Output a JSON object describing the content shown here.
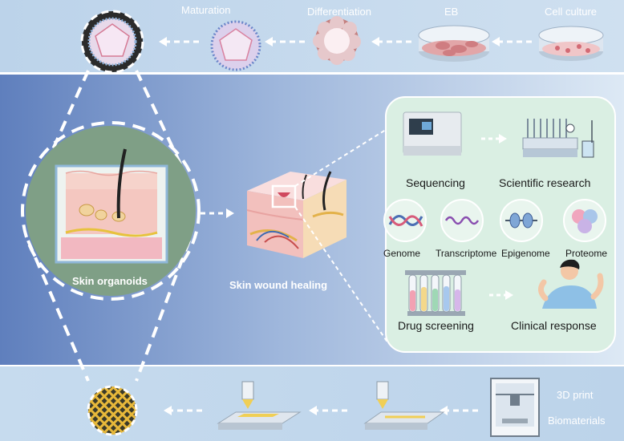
{
  "top_steps": {
    "maturation": "Maturation",
    "differentiation": "Differentiation",
    "eb": "EB",
    "cell_culture": "Cell culture"
  },
  "center": {
    "skin_organoids": "Skin organoids",
    "skin_wound_healing": "Skin wound healing"
  },
  "panel": {
    "sequencing": "Sequencing",
    "scientific_research": "Scientific research",
    "omics": [
      "Genome",
      "Transcriptome",
      "Epigenome",
      "Proteome"
    ],
    "drug_screening": "Drug screening",
    "clinical_response": "Clinical response"
  },
  "bottom": {
    "print_3d": "3D print",
    "biomaterials": "Biomaterials"
  },
  "colors": {
    "top_band": "#c4d8ec",
    "mid_left": "#6d8dc4",
    "mid_right": "#d8e6f4",
    "panel_bg": "#d9efe3",
    "organoid_disc": "#7f9f86",
    "skin_pink": "#f3c3c0",
    "hair": "#222222"
  }
}
